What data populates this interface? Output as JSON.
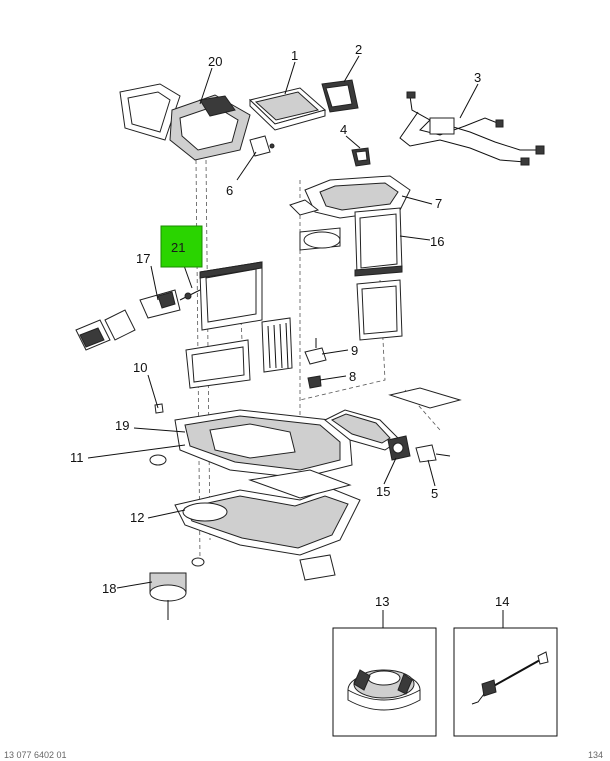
{
  "callouts": {
    "c1": "1",
    "c2": "2",
    "c3": "3",
    "c4": "4",
    "c5": "5",
    "c6": "6",
    "c7": "7",
    "c8": "8",
    "c9": "9",
    "c10": "10",
    "c11": "11",
    "c12": "12",
    "c13": "13",
    "c14": "14",
    "c15": "15",
    "c16": "16",
    "c17": "17",
    "c18": "18",
    "c19": "19",
    "c20": "20",
    "c21": "21"
  },
  "highlight_color": "#2ad400",
  "footer": {
    "left": "13 077 6402 01",
    "right": "134"
  }
}
